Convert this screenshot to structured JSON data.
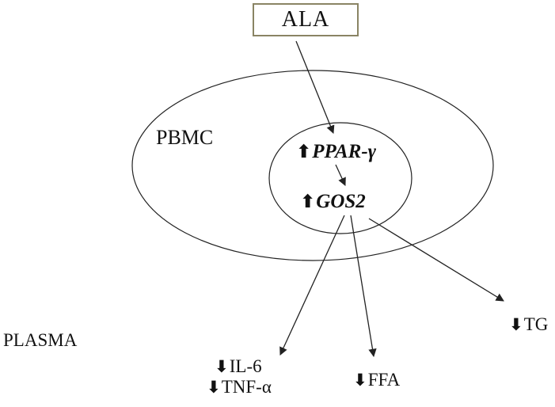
{
  "figure": {
    "nodes": {
      "ala": "ALA",
      "pbmc": "PBMC",
      "plasma": "PLASMA"
    },
    "glyphs": {
      "up_arrow": "⬆",
      "down_arrow": "⬇"
    },
    "nucleus": {
      "ppar_label": "PPAR-γ",
      "gos2_label": "GOS2"
    },
    "plasma_markers": {
      "il6_label": "IL-6",
      "tnf_label": "TNF-α",
      "ffa_label": "FFA",
      "tg_label": "TG"
    },
    "colors": {
      "ala_box_border": "#8a8464",
      "line": "#222222",
      "text": "#111111",
      "background": "#ffffff"
    }
  }
}
